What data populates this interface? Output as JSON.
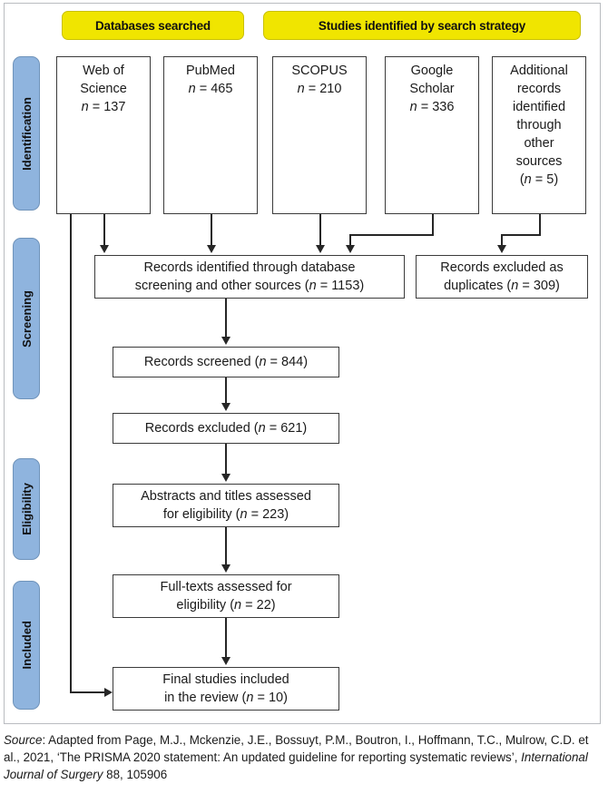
{
  "figure": {
    "type": "prisma-flow-diagram",
    "banners": [
      {
        "id": "databases",
        "label": "Databases searched"
      },
      {
        "id": "studies",
        "label": "Studies identified by search strategy"
      }
    ],
    "stages": [
      {
        "id": "identification",
        "label": "Identification"
      },
      {
        "id": "screening",
        "label": "Screening"
      },
      {
        "id": "eligibility",
        "label": "Eligibility"
      },
      {
        "id": "included",
        "label": "Included"
      }
    ],
    "sources": [
      {
        "id": "wos",
        "name": "Web of Science",
        "n_label": "n = 137",
        "n": 137
      },
      {
        "id": "pubmed",
        "name": "PubMed",
        "n_label": "n = 465",
        "n": 465
      },
      {
        "id": "scopus",
        "name": "SCOPUS",
        "n_label": "n = 210",
        "n": 210
      },
      {
        "id": "google",
        "name": "Google Scholar",
        "n_label": "n = 336",
        "n": 336
      },
      {
        "id": "other",
        "name": "Additional records identified through other sources",
        "n_label": "(n = 5)",
        "n": 5
      }
    ],
    "steps": [
      {
        "id": "identified",
        "text": "Records identified through database screening and other sources",
        "n_label": "(n = 1153)",
        "n": 1153
      },
      {
        "id": "duplicates",
        "text": "Records excluded as duplicates",
        "n_label": "(n = 309)",
        "n": 309
      },
      {
        "id": "screened",
        "text": "Records screened",
        "n_label": "(n = 844)",
        "n": 844
      },
      {
        "id": "excluded",
        "text": "Records excluded",
        "n_label": "(n = 621)",
        "n": 621
      },
      {
        "id": "abstracts",
        "text": "Abstracts and titles assessed for eligibility",
        "n_label": "(n = 223)",
        "n": 223
      },
      {
        "id": "fulltext",
        "text": "Full-texts assessed for eligibility",
        "n_label": "(n = 22)",
        "n": 22
      },
      {
        "id": "final",
        "text": "Final studies included in the review",
        "n_label": "(n = 10)",
        "n": 10
      }
    ],
    "box_text": {
      "wos_line1": "Web of",
      "wos_line2": "Science",
      "wos_n_prefix": "n",
      "wos_n_value": " = 137",
      "pubmed_line1": "PubMed",
      "pubmed_n_prefix": "n",
      "pubmed_n_value": " = 465",
      "scopus_line1": "SCOPUS",
      "scopus_n_prefix": "n",
      "scopus_n_value": " = 210",
      "google_line1": "Google",
      "google_line2": "Scholar",
      "google_n_prefix": "n",
      "google_n_value": " = 336",
      "other_line1": "Additional",
      "other_line2": "records",
      "other_line3": "identified",
      "other_line4": "through",
      "other_line5": "other",
      "other_line6": "sources",
      "other_n_open": "(",
      "other_n_prefix": "n",
      "other_n_value": " = 5)",
      "identified_line1": "Records identified through database",
      "identified_line2a": "screening and other sources (",
      "identified_n_prefix": "n",
      "identified_n_value": " = 1153)",
      "duplicates_line1": "Records excluded as",
      "duplicates_line2a": "duplicates (",
      "duplicates_n_prefix": "n",
      "duplicates_n_value": " = 309)",
      "screened_a": "Records screened (",
      "screened_n_prefix": "n",
      "screened_n_value": " = 844)",
      "excluded_a": "Records excluded (",
      "excluded_n_prefix": "n",
      "excluded_n_value": " = 621)",
      "abstracts_line1": "Abstracts and titles assessed",
      "abstracts_line2a": "for eligibility (",
      "abstracts_n_prefix": "n",
      "abstracts_n_value": " = 223)",
      "fulltext_line1": "Full-texts assessed for",
      "fulltext_line2a": "eligibility (",
      "fulltext_n_prefix": "n",
      "fulltext_n_value": " = 22)",
      "final_line1": "Final studies included",
      "final_line2a": "in the review (",
      "final_n_prefix": "n",
      "final_n_value": " = 10)"
    }
  },
  "caption": {
    "source_label": "Source",
    "part1": ": Adapted from Page, M.J., Mckenzie, J.E., Bossuyt, P.M., Boutron, I., Hoffmann, T.C., Mulrow, C.D. et al., 2021, ‘The PRISMA 2020 statement: An updated guideline for reporting systematic reviews’, ",
    "journal": "International Journal of Surgery",
    "part2": " 88, 105906"
  },
  "colors": {
    "banner_yellow": "#F0E500",
    "stage_blue": "#8FB4DE",
    "box_border": "#3B3B3B",
    "connector": "#262626",
    "frame_border": "#B9BCC0"
  }
}
